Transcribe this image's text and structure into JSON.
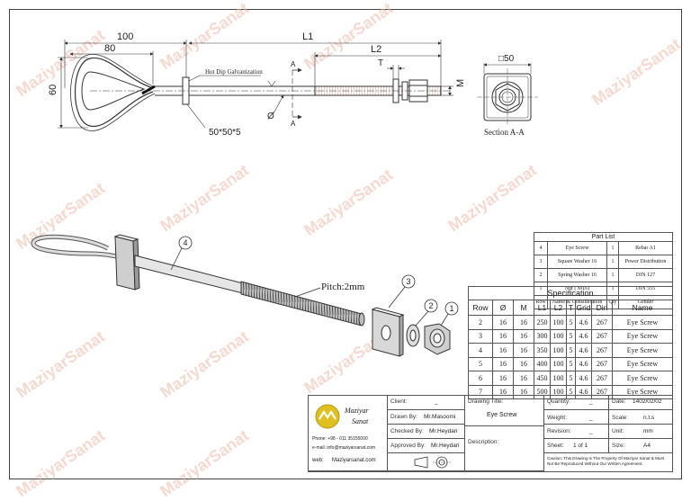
{
  "dimensions": {
    "d100": "100",
    "d80": "80",
    "d60": "60",
    "dL1": "L1",
    "dL2": "L2",
    "dT": "T",
    "dM": "M",
    "dDia": "Ø",
    "d50": "□50",
    "plate": "50*50*5",
    "galv": "Hot Dip Galvanization",
    "sectionA1": "A",
    "sectionA2": "A",
    "section": "Section A-A",
    "pitch": "Pitch:2mm"
  },
  "balloons": [
    "1",
    "2",
    "3",
    "4"
  ],
  "part_list": {
    "title": "Part List",
    "rows": [
      {
        "row": "4",
        "name": "Eye Screw",
        "qty": "1",
        "grade": "Rebar A1"
      },
      {
        "row": "3",
        "name": "Square Washer 16",
        "qty": "1",
        "grade": "Power Distribution"
      },
      {
        "row": "2",
        "name": "Spring Washer 16",
        "qty": "1",
        "grade": "DIN 127"
      },
      {
        "row": "1",
        "name": "Nut ( M16)",
        "qty": "1",
        "grade": "DIN 555"
      }
    ],
    "footer": {
      "row": "Row",
      "name": "Name & Consideration",
      "qty": "Qty",
      "grade": "Gender"
    }
  },
  "specification": {
    "title": "Specification",
    "headers": [
      "Row",
      "Ø",
      "M",
      "L1",
      "L2",
      "T",
      "Grid",
      "Din",
      "Name"
    ],
    "rows": [
      [
        "2",
        "16",
        "16",
        "250",
        "100",
        "5",
        "4.6",
        "267",
        "Eye Screw"
      ],
      [
        "3",
        "16",
        "16",
        "300",
        "100",
        "5",
        "4.6",
        "267",
        "Eye Screw"
      ],
      [
        "4",
        "16",
        "16",
        "350",
        "100",
        "5",
        "4.6",
        "267",
        "Eye Screw"
      ],
      [
        "5",
        "16",
        "16",
        "400",
        "100",
        "5",
        "4.6",
        "267",
        "Eye Screw"
      ],
      [
        "6",
        "16",
        "16",
        "450",
        "100",
        "5",
        "4.6",
        "267",
        "Eye Screw"
      ],
      [
        "7",
        "16",
        "16",
        "500",
        "100",
        "5",
        "4.6",
        "267",
        "Eye Screw"
      ]
    ]
  },
  "title_block": {
    "company_line1": "Maziyar",
    "company_line2": "Sanat",
    "phone": "Phone: +98 - 011 35155000",
    "email": "e-mail: info@maziyarsanat.com",
    "web_label": "web:",
    "web": "Maziyarsanat.com",
    "client_label": "Client:",
    "client": "_",
    "drawn_label": "Drawn By:",
    "drawn": "Mr.Masoomi",
    "checked_label": "Checked By:",
    "checked": "Mr.Heydari",
    "approved_label": "Approved By:",
    "approved": "Mr.Heydari",
    "drawing_title_label": "Drawing Title:",
    "drawing_title": "Eye Screw",
    "description_label": "Description:",
    "quantity_label": "Quantity:",
    "quantity": "_",
    "weight_label": "Weight:",
    "weight": "_",
    "revision_label": "Revision:",
    "revision": "_",
    "sheet_label": "Sheet:",
    "sheet": "1 of 1",
    "date_label": "Date:",
    "date": "1402/02/02",
    "scale_label": "Scale:",
    "scale": "n.t.s",
    "unit_label": "Unit:",
    "unit": "mm",
    "size_label": "Size:",
    "size": "A4",
    "caution": "Caution: This Drawing Is The Property Of Maziyar Sanat & Must Not Be Reproduced Without Our Written Agreement."
  },
  "watermark": "MaziyarSanat",
  "colors": {
    "line": "#333333",
    "thread": "#e07a70",
    "watermark": "#f2b9a8",
    "logo": "#e0c020"
  }
}
